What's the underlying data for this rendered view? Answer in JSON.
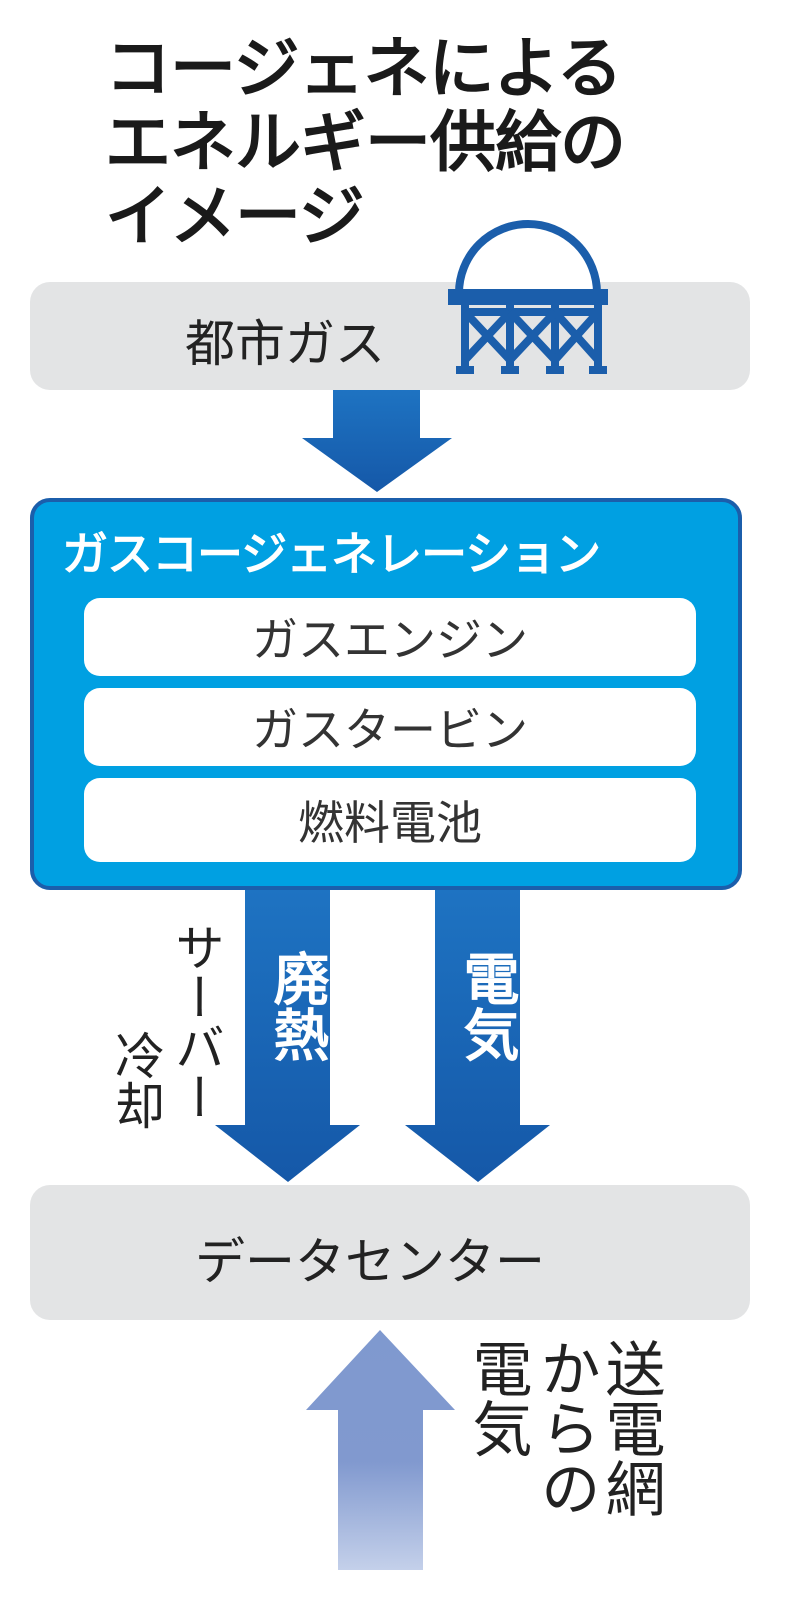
{
  "title": {
    "lines": [
      "コージェネによる",
      "エネルギー供給の",
      "イメージ"
    ]
  },
  "source": {
    "label": "都市ガス",
    "icon": "gas-tank-icon"
  },
  "cogeneration": {
    "title": "ガスコージェネレーション",
    "items": [
      "ガスエンジン",
      "ガスタービン",
      "燃料電池"
    ]
  },
  "flows": {
    "waste_heat": "廃熱",
    "electricity": "電気",
    "server_cooling": [
      "サーバー",
      "冷却"
    ],
    "grid": [
      "送電網",
      "からの",
      "電気"
    ]
  },
  "destination": {
    "label": "データセンター"
  },
  "colors": {
    "blue": "#00a0e2",
    "dark_blue": "#1b5eab",
    "gray": "#e3e4e5",
    "light_arrow": "#8098cf"
  }
}
